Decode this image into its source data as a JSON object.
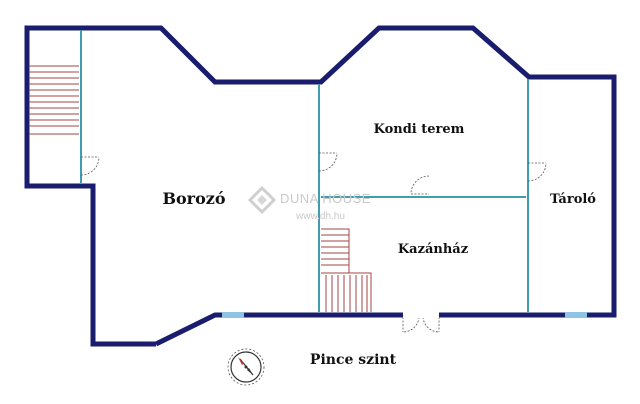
{
  "rooms": {
    "borozo": "Borozó",
    "kondi": "Kondi terem",
    "kazanhaz": "Kazánház",
    "tarolo": "Tároló"
  },
  "level_label": "Pince szint",
  "watermark": {
    "brand": "DUNA HOUSE",
    "url": "www.dh.hu"
  },
  "colors": {
    "outer_wall": "#1a1d6e",
    "inner_wall": "#3f9db0",
    "stairs": "#a44545",
    "window": "#8fc3e3",
    "watermark": "#c9c9c9"
  },
  "icons": {
    "compass": "compass-icon",
    "watermark_logo": "duna-house-logo"
  }
}
